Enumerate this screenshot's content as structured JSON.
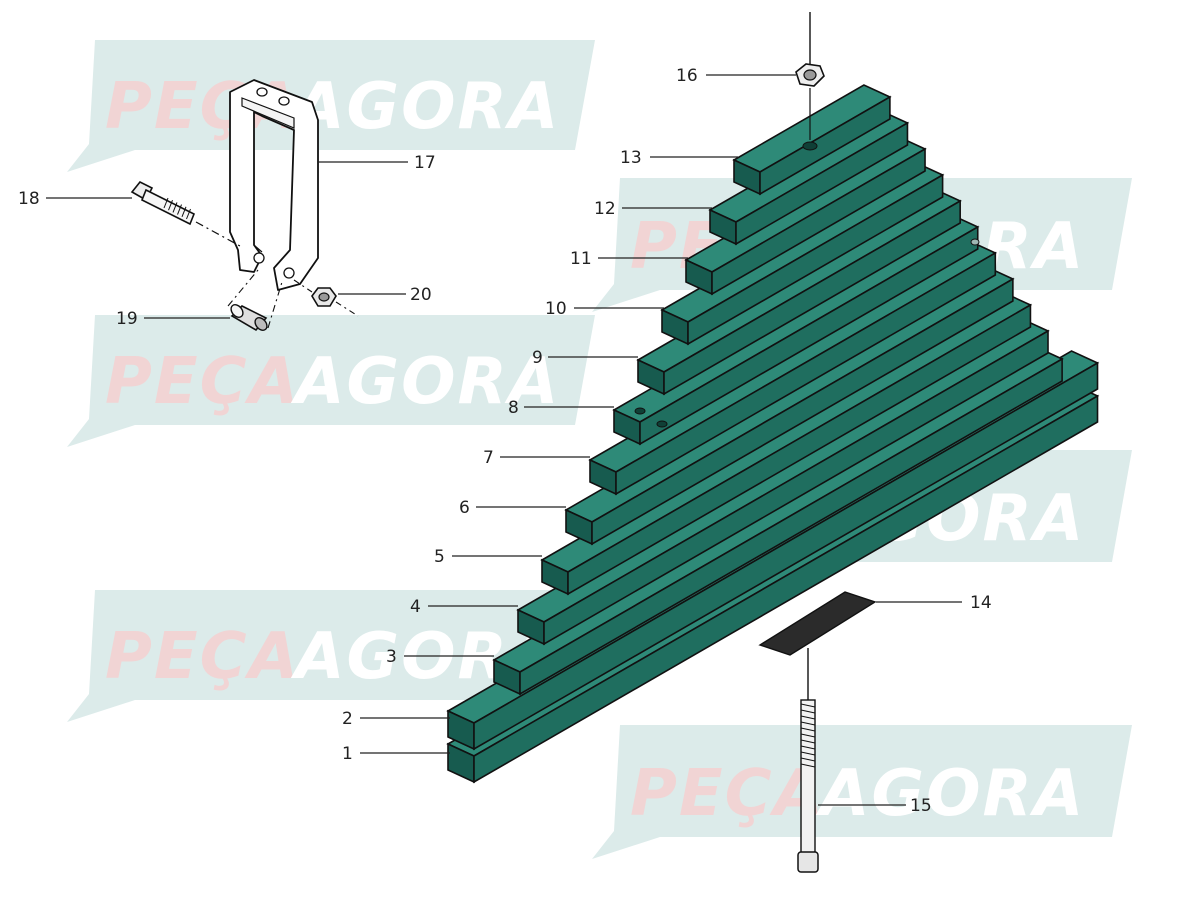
{
  "watermark": {
    "text_a": "PEÇA",
    "text_b": "AGORA",
    "colors": {
      "band": "#dcebea",
      "a": "#f1d4d4",
      "b": "#ffffff"
    }
  },
  "colors": {
    "leaf_top": "#2e8a78",
    "leaf_front": "#1f6e5f",
    "leaf_side": "#175b4f",
    "outline": "#111111",
    "metal": "#d9d9d9"
  },
  "callouts": [
    {
      "id": "callout-1",
      "label": "1"
    },
    {
      "id": "callout-2",
      "label": "2"
    },
    {
      "id": "callout-3",
      "label": "3"
    },
    {
      "id": "callout-4",
      "label": "4"
    },
    {
      "id": "callout-5",
      "label": "5"
    },
    {
      "id": "callout-6",
      "label": "6"
    },
    {
      "id": "callout-7",
      "label": "7"
    },
    {
      "id": "callout-8",
      "label": "8"
    },
    {
      "id": "callout-9",
      "label": "9"
    },
    {
      "id": "callout-10",
      "label": "10"
    },
    {
      "id": "callout-11",
      "label": "11"
    },
    {
      "id": "callout-12",
      "label": "12"
    },
    {
      "id": "callout-13",
      "label": "13"
    },
    {
      "id": "callout-14",
      "label": "14"
    },
    {
      "id": "callout-15",
      "label": "15"
    },
    {
      "id": "callout-16",
      "label": "16"
    },
    {
      "id": "callout-17",
      "label": "17"
    },
    {
      "id": "callout-18",
      "label": "18"
    },
    {
      "id": "callout-19",
      "label": "19"
    },
    {
      "id": "callout-20",
      "label": "20"
    }
  ]
}
